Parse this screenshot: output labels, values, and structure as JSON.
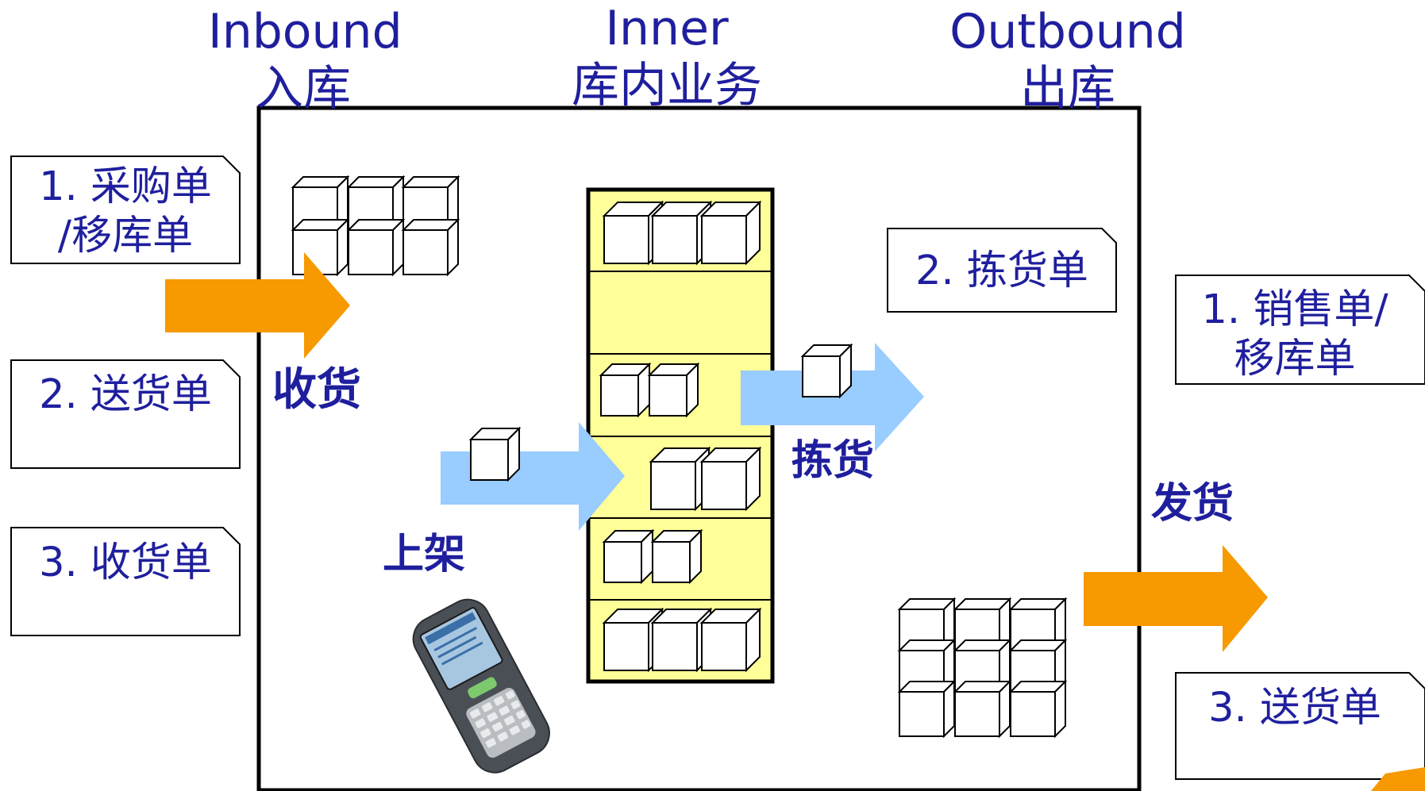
{
  "headers": {
    "inbound": {
      "en": "Inbound",
      "zh": "入库"
    },
    "inner": {
      "en": "Inner",
      "zh": "库内业务"
    },
    "outbound": {
      "en": "Outbound",
      "zh": "出库"
    }
  },
  "inbound_docs": [
    {
      "line1": "1. 采购单",
      "line2": "/移库单"
    },
    {
      "line1": "2. 送货单",
      "line2": ""
    },
    {
      "line1": "3. 收货单",
      "line2": ""
    }
  ],
  "inner_doc": {
    "line1": "2. 拣货单"
  },
  "outbound_docs": [
    {
      "line1": "1. 销售单/",
      "line2": "移库单"
    },
    {
      "line1": "3. 送货单",
      "line2": ""
    }
  ],
  "flow_labels": {
    "receive": "收货",
    "putaway": "上架",
    "pick": "拣货",
    "ship": "发货"
  },
  "colors": {
    "text_blue": "#1f1f9e",
    "orange_arrow": "#f79900",
    "blue_arrow": "#99ccff",
    "rack_fill": "#ffff99"
  },
  "icons": {
    "handheld": "handheld-scanner-icon",
    "box": "box-icon"
  }
}
